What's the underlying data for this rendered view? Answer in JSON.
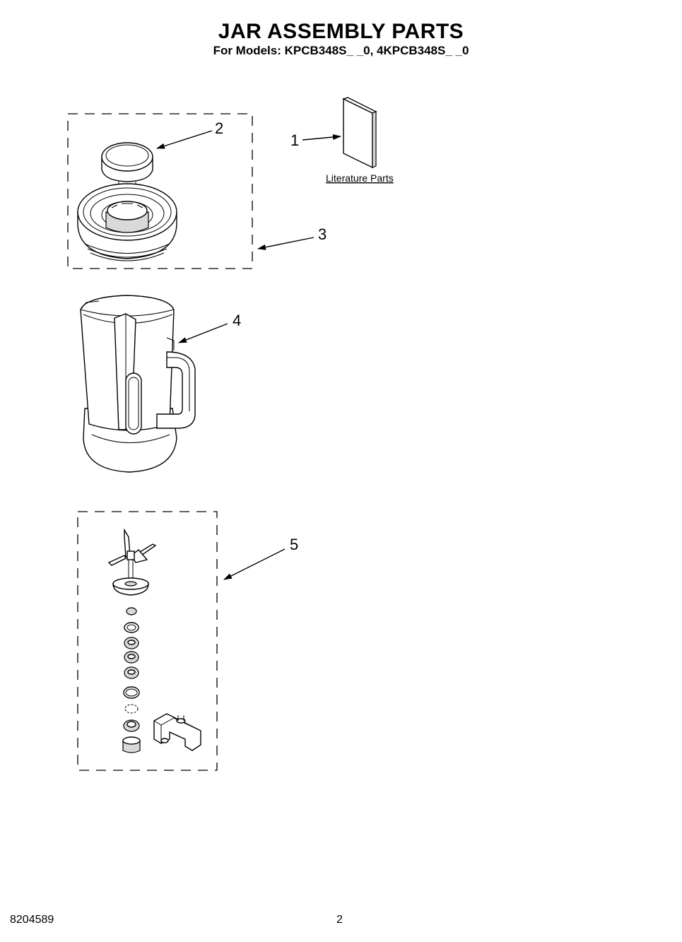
{
  "header": {
    "title": "JAR ASSEMBLY PARTS",
    "subtitle": "For Models: KPCB348S_ _0, 4KPCB348S_ _0"
  },
  "callouts": {
    "c1": "1",
    "c2": "2",
    "c3": "3",
    "c4": "4",
    "c5": "5"
  },
  "literature": {
    "label": "Literature Parts"
  },
  "footer": {
    "doc_number": "8204589",
    "page_number": "2"
  }
}
